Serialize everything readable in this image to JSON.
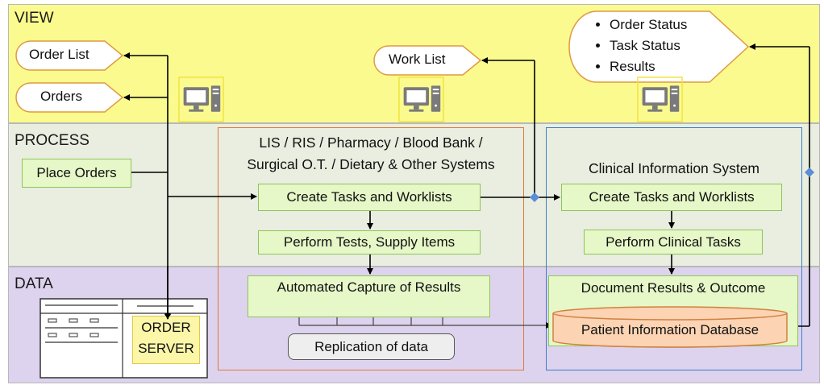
{
  "bands": {
    "view": "VIEW",
    "process": "PROCESS",
    "data": "DATA"
  },
  "view": {
    "order_list": "Order List",
    "orders": "Orders",
    "work_list": "Work List",
    "status_items": [
      "Order Status",
      "Task Status",
      "Results"
    ],
    "icons": [
      "computer-icon",
      "computer-icon",
      "computer-icon"
    ]
  },
  "process": {
    "place_orders": "Place Orders",
    "lis_header": [
      "LIS / RIS / Pharmacy / Blood Bank /",
      "Surgical O.T. / Dietary & Other Systems"
    ],
    "lis_tasks": [
      "Create Tasks and Worklists",
      "Perform Tests, Supply Items"
    ],
    "cis_header": "Clinical Information System",
    "cis_tasks": [
      "Create Tasks and Worklists",
      "Perform Clinical Tasks"
    ]
  },
  "data": {
    "capture_results": "Automated Capture of Results",
    "replication": "Replication of data",
    "document_results": "Document Results &  Outcome",
    "patient_db": "Patient Information Database",
    "order_server": [
      "ORDER",
      "SERVER"
    ]
  },
  "colors": {
    "view_band": "#fafa8f",
    "process_band": "#e9eee0",
    "data_band": "#ddd3ee",
    "green_box": "#e6f7c8",
    "lis_border": "#e07a3a",
    "cis_border": "#3b7fc4",
    "db_fill": "#fcd3b3"
  }
}
